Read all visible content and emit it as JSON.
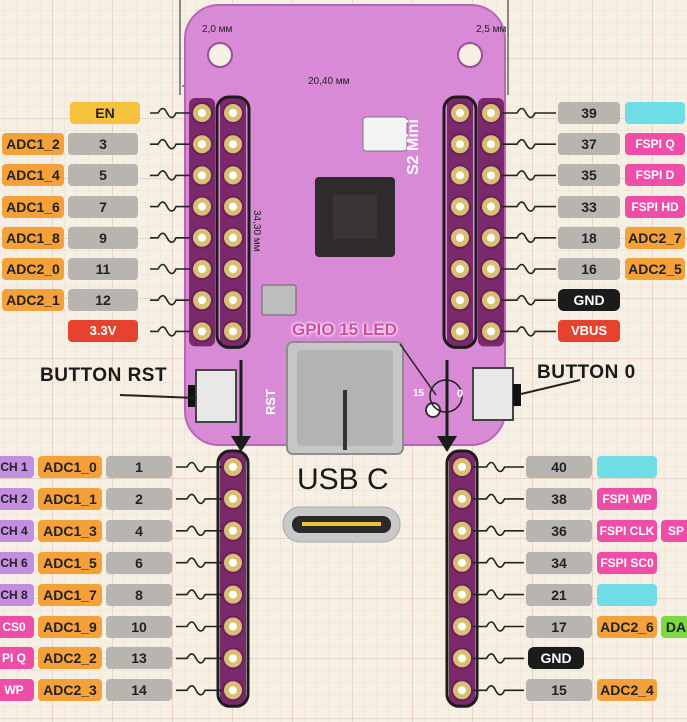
{
  "dimensions": {
    "left_hole": "2,0 мм",
    "right_hole": "2,5 мм",
    "width": "20,40 мм",
    "height": "34,30 мм"
  },
  "board": {
    "silk_model": "S2 Mini",
    "silk_rst": "RST",
    "silk_0": "0",
    "led_marker": "15"
  },
  "callouts": {
    "button_rst": "BUTTON RST",
    "button_0": "BUTTON 0",
    "gpio_led": "GPIO 15 LED",
    "usb": "USB C"
  },
  "colors": {
    "board": "#d98ad6",
    "pcb_edge": "#6b1f5e",
    "grey": "#b8b4af",
    "orange": "#f4a13a",
    "magenta": "#ee4ea8",
    "cyan": "#6fdde6",
    "purple": "#c38ee0",
    "green": "#7cd93f",
    "yellow": "#f5c33b",
    "red": "#e5432f"
  },
  "top_left": [
    {
      "pin": "EN",
      "fns": []
    },
    {
      "pin": "3",
      "fns": [
        "ADC1_2"
      ]
    },
    {
      "pin": "5",
      "fns": [
        "ADC1_4"
      ]
    },
    {
      "pin": "7",
      "fns": [
        "ADC1_6"
      ]
    },
    {
      "pin": "9",
      "fns": [
        "ADC1_8"
      ]
    },
    {
      "pin": "11",
      "fns": [
        "ADC2_0"
      ]
    },
    {
      "pin": "12",
      "fns": [
        "ADC2_1"
      ]
    },
    {
      "pin": "3.3V",
      "fns": []
    }
  ],
  "top_right": [
    {
      "pin": "39",
      "fns": [
        ""
      ]
    },
    {
      "pin": "37",
      "fns": [
        "FSPI Q"
      ]
    },
    {
      "pin": "35",
      "fns": [
        "FSPI D"
      ]
    },
    {
      "pin": "33",
      "fns": [
        "FSPI HD"
      ]
    },
    {
      "pin": "18",
      "fns": [
        "ADC2_7"
      ]
    },
    {
      "pin": "16",
      "fns": [
        "ADC2_5"
      ]
    },
    {
      "pin": "GND",
      "fns": []
    },
    {
      "pin": "VBUS",
      "fns": []
    }
  ],
  "bottom_left": [
    {
      "pin": "1",
      "fns": [
        "ADC1_0",
        "CH 1"
      ]
    },
    {
      "pin": "2",
      "fns": [
        "ADC1_1",
        "CH 2"
      ]
    },
    {
      "pin": "4",
      "fns": [
        "ADC1_3",
        "CH 4"
      ]
    },
    {
      "pin": "6",
      "fns": [
        "ADC1_5",
        "CH 6"
      ]
    },
    {
      "pin": "8",
      "fns": [
        "ADC1_7",
        "CH 8"
      ]
    },
    {
      "pin": "10",
      "fns": [
        "ADC1_9",
        "CS0"
      ]
    },
    {
      "pin": "13",
      "fns": [
        "ADC2_2",
        "PI Q"
      ]
    },
    {
      "pin": "14",
      "fns": [
        "ADC2_3",
        "WP"
      ]
    }
  ],
  "bottom_right": [
    {
      "pin": "40",
      "fns": [
        ""
      ]
    },
    {
      "pin": "38",
      "fns": [
        "FSPI WP"
      ]
    },
    {
      "pin": "36",
      "fns": [
        "FSPI CLK",
        "SP"
      ]
    },
    {
      "pin": "34",
      "fns": [
        "FSPI SC0"
      ]
    },
    {
      "pin": "21",
      "fns": [
        ""
      ]
    },
    {
      "pin": "17",
      "fns": [
        "ADC2_6",
        "DA"
      ]
    },
    {
      "pin": "GND",
      "fns": []
    },
    {
      "pin": "15",
      "fns": [
        "ADC2_4"
      ]
    }
  ]
}
